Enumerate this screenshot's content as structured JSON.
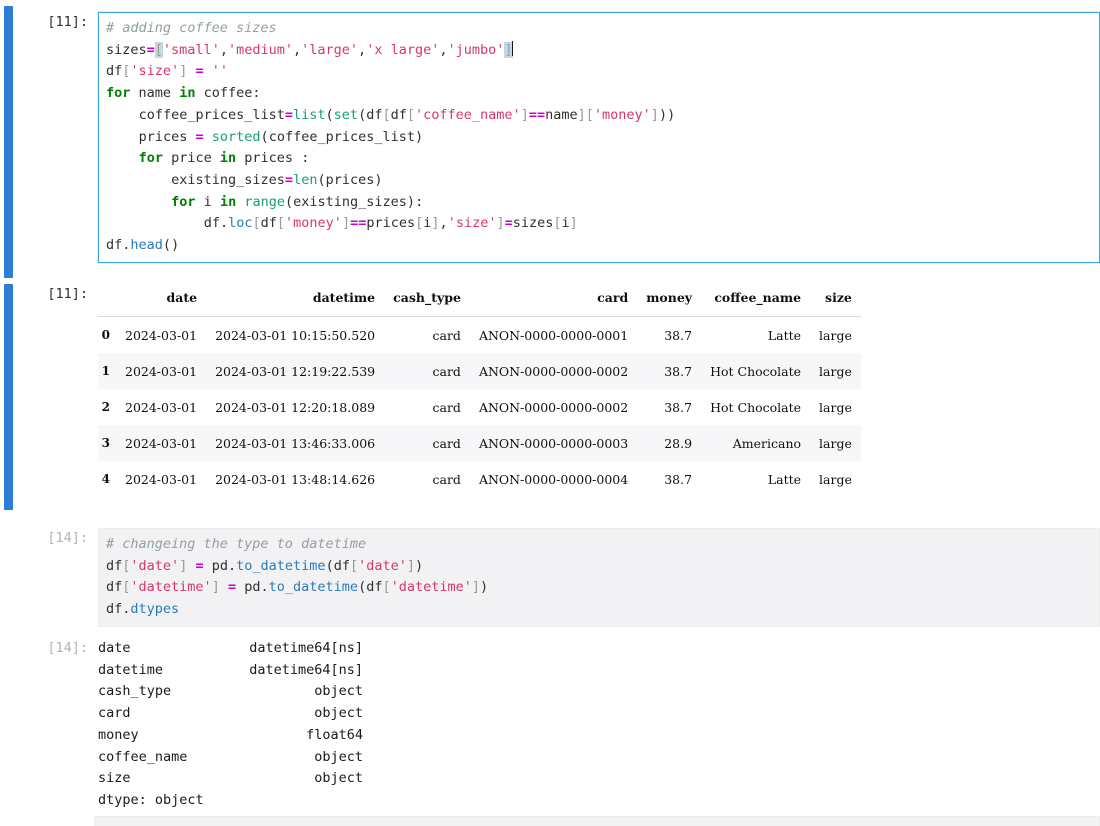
{
  "cells": [
    {
      "prompt": "[11]:",
      "prompt_dim": false,
      "selected": true,
      "code_lines": [
        "# adding coffee sizes",
        "sizes=['small','medium','large','x large','jumbo']",
        "df['size'] = ''",
        "for name in coffee:",
        "    coffee_prices_list=list(set(df[df['coffee_name']==name]['money']))",
        "    prices = sorted(coffee_prices_list)",
        "    for price in prices :",
        "        existing_sizes=len(prices)",
        "        for i in range(existing_sizes):",
        "            df.loc[df['money']==prices[i],'size']=sizes[i]",
        "df.head()"
      ]
    },
    {
      "prompt": "[14]:",
      "prompt_dim": true,
      "selected": false,
      "code_lines": [
        "# changeing the type to datetime",
        "df['date'] = pd.to_datetime(df['date'])",
        "df['datetime'] = pd.to_datetime(df['datetime'])",
        "df.dtypes"
      ]
    }
  ],
  "dataframe_output": {
    "prompt": "[11]:",
    "columns": [
      "date",
      "datetime",
      "cash_type",
      "card",
      "money",
      "coffee_name",
      "size"
    ],
    "index": [
      "0",
      "1",
      "2",
      "3",
      "4"
    ],
    "rows": [
      [
        "2024-03-01",
        "2024-03-01 10:15:50.520",
        "card",
        "ANON-0000-0000-0001",
        "38.7",
        "Latte",
        "large"
      ],
      [
        "2024-03-01",
        "2024-03-01 12:19:22.539",
        "card",
        "ANON-0000-0000-0002",
        "38.7",
        "Hot Chocolate",
        "large"
      ],
      [
        "2024-03-01",
        "2024-03-01 12:20:18.089",
        "card",
        "ANON-0000-0000-0002",
        "38.7",
        "Hot Chocolate",
        "large"
      ],
      [
        "2024-03-01",
        "2024-03-01 13:46:33.006",
        "card",
        "ANON-0000-0000-0003",
        "28.9",
        "Americano",
        "large"
      ],
      [
        "2024-03-01",
        "2024-03-01 13:48:14.626",
        "card",
        "ANON-0000-0000-0004",
        "38.7",
        "Latte",
        "large"
      ]
    ]
  },
  "dtypes_output": {
    "prompt": "[14]:",
    "entries": [
      {
        "name": "date",
        "type": "datetime64[ns]"
      },
      {
        "name": "datetime",
        "type": "datetime64[ns]"
      },
      {
        "name": "cash_type",
        "type": "object"
      },
      {
        "name": "card",
        "type": "object"
      },
      {
        "name": "money",
        "type": "float64"
      },
      {
        "name": "coffee_name",
        "type": "object"
      },
      {
        "name": "size",
        "type": "object"
      }
    ],
    "footer": "dtype: object"
  },
  "colors": {
    "selection_bar": "#2d7cd6",
    "active_cell_border": "#3ba7d6",
    "inactive_cell_bg": "#f2f2f4",
    "comment": "#92a0a0",
    "keyword": "#008000",
    "builtin": "#17a07c",
    "string": "#d7386a",
    "operator": "#cf00cf"
  }
}
